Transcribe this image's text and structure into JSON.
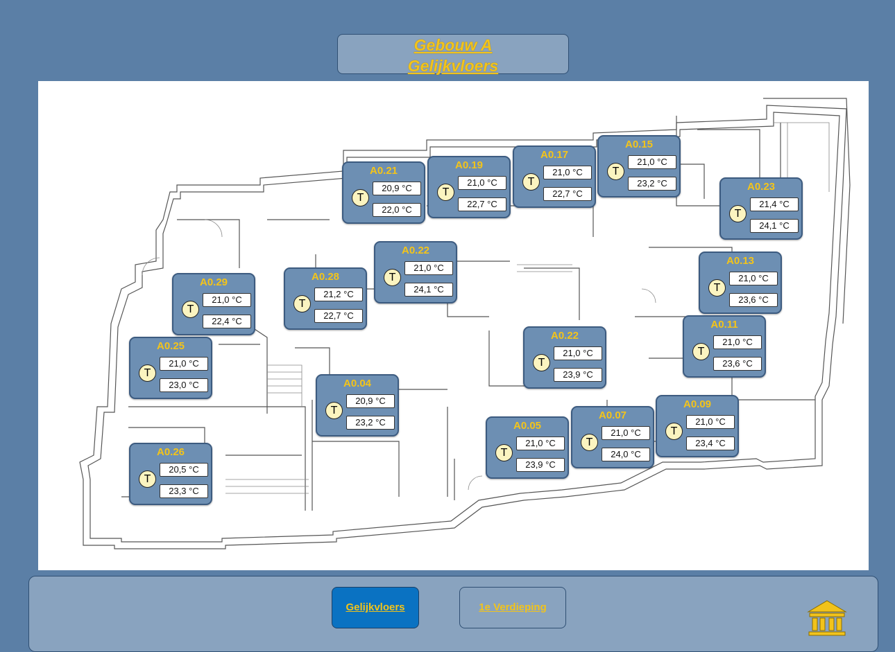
{
  "header": {
    "building": "Gebouw A",
    "floor": "Gelijkvloers"
  },
  "rooms": [
    {
      "name": "A0.21",
      "setpoint": "20,9 °C",
      "actual": "22,0 °C"
    },
    {
      "name": "A0.19",
      "setpoint": "21,0 °C",
      "actual": "22,7 °C"
    },
    {
      "name": "A0.17",
      "setpoint": "21,0 °C",
      "actual": "22,7 °C"
    },
    {
      "name": "A0.15",
      "setpoint": "21,0 °C",
      "actual": "23,2 °C"
    },
    {
      "name": "A0.23",
      "setpoint": "21,4 °C",
      "actual": "24,1 °C"
    },
    {
      "name": "A0.22",
      "setpoint": "21,0 °C",
      "actual": "24,1 °C"
    },
    {
      "name": "A0.29",
      "setpoint": "21,0 °C",
      "actual": "22,4 °C"
    },
    {
      "name": "A0.28",
      "setpoint": "21,2 °C",
      "actual": "22,7 °C"
    },
    {
      "name": "A0.13",
      "setpoint": "21,0 °C",
      "actual": "23,6 °C"
    },
    {
      "name": "A0.25",
      "setpoint": "21,0 °C",
      "actual": "23,0 °C"
    },
    {
      "name": "A0.22",
      "setpoint": "21,0 °C",
      "actual": "23,9 °C"
    },
    {
      "name": "A0.11",
      "setpoint": "21,0 °C",
      "actual": "23,6 °C"
    },
    {
      "name": "A0.04",
      "setpoint": "20,9 °C",
      "actual": "23,2 °C"
    },
    {
      "name": "A0.09",
      "setpoint": "21,0 °C",
      "actual": "23,4 °C"
    },
    {
      "name": "A0.07",
      "setpoint": "21,0 °C",
      "actual": "24,0 °C"
    },
    {
      "name": "A0.05",
      "setpoint": "21,0 °C",
      "actual": "23,9 °C"
    },
    {
      "name": "A0.26",
      "setpoint": "20,5 °C",
      "actual": "23,3 °C"
    }
  ],
  "thermostat_label": "T",
  "nav": {
    "ground_floor": "Gelijkvloers",
    "first_floor": "1e Verdieping",
    "home_icon": "building-columns-icon"
  },
  "colors": {
    "background": "#5b7fa6",
    "panel": "#89a3bf",
    "room_tile": "#6d8fb3",
    "accent_text": "#f2c31b",
    "active_button": "#0a72c2"
  }
}
